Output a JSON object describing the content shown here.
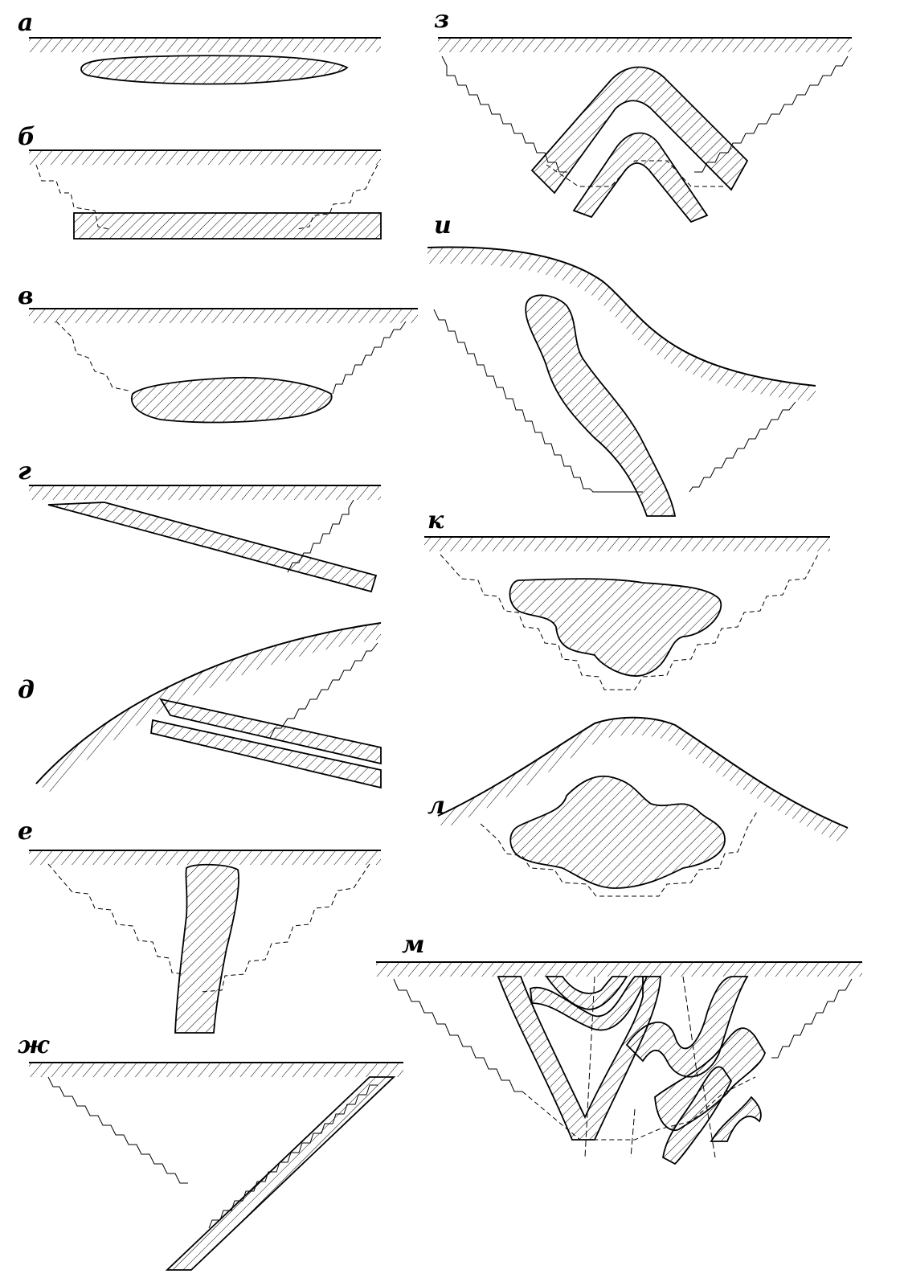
{
  "figure": {
    "panels": [
      {
        "key": "a",
        "label": "а",
        "shape": "flat lens body"
      },
      {
        "key": "b",
        "label": "б",
        "shape": "horizontal bed"
      },
      {
        "key": "v",
        "label": "в",
        "shape": "lens body"
      },
      {
        "key": "g",
        "label": "г",
        "shape": "gently dipping bed"
      },
      {
        "key": "d",
        "label": "д",
        "shape": "dipping beds under slope"
      },
      {
        "key": "e",
        "label": "е",
        "shape": "steep vein"
      },
      {
        "key": "zh",
        "label": "ж",
        "shape": "inclined bed"
      },
      {
        "key": "z",
        "label": "з",
        "shape": "anticline"
      },
      {
        "key": "i",
        "label": "и",
        "shape": "inclined body under slope"
      },
      {
        "key": "k",
        "label": "к",
        "shape": "irregular massive body"
      },
      {
        "key": "l",
        "label": "л",
        "shape": "massive body under hill"
      },
      {
        "key": "m",
        "label": "м",
        "shape": "complex folded veins"
      }
    ],
    "colors": {
      "line": "#000000",
      "background": "#ffffff"
    }
  }
}
